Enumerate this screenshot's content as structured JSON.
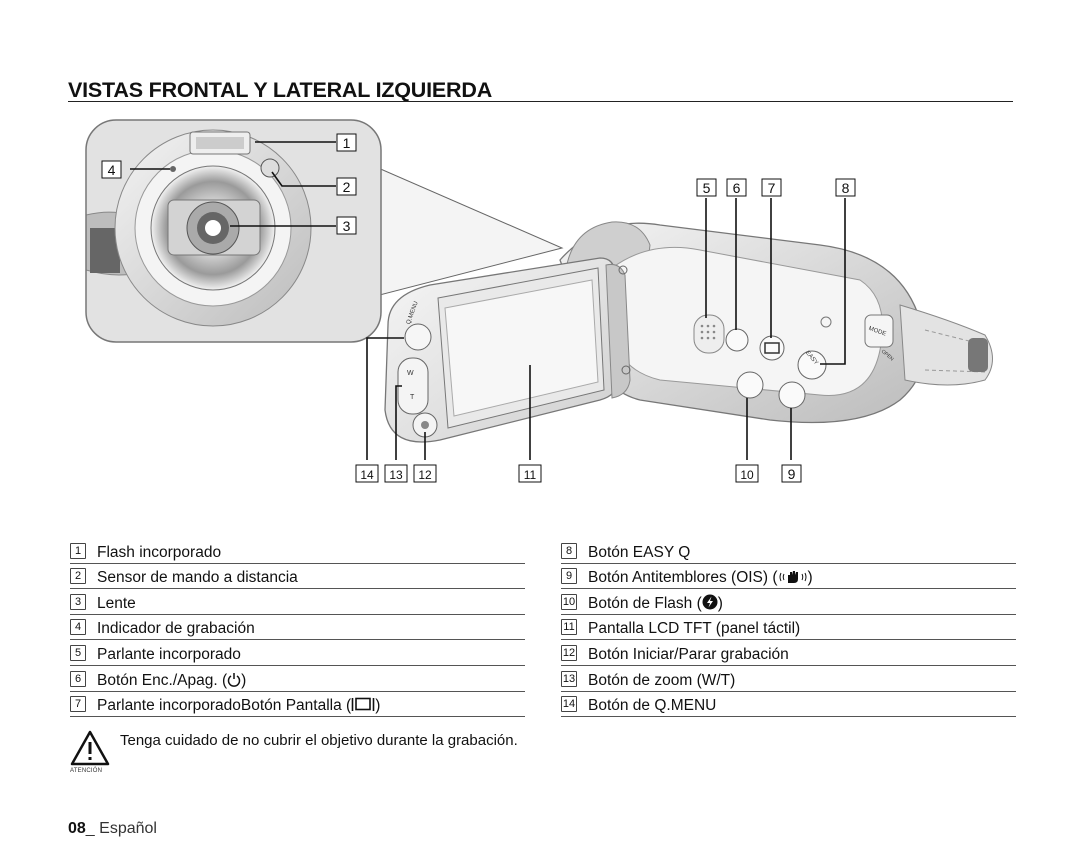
{
  "page": {
    "title": "VISTAS FRONTAL Y LATERAL IZQUIERDA",
    "page_number": "08",
    "language": "Español"
  },
  "callouts": {
    "n1": "1",
    "n2": "2",
    "n3": "3",
    "n4": "4",
    "n5": "5",
    "n6": "6",
    "n7": "7",
    "n8": "8",
    "n9": "9",
    "n10": "10",
    "n11": "11",
    "n12": "12",
    "n13": "13",
    "n14": "14"
  },
  "camera_labels": {
    "menu": "Q.MENU",
    "zoom_w": "W",
    "zoom_t": "T",
    "easy": "EASY",
    "mode": "MODE",
    "open": "OPEN"
  },
  "legend_left": [
    {
      "num": "1",
      "label": "Flash incorporado"
    },
    {
      "num": "2",
      "label": "Sensor de mando a distancia"
    },
    {
      "num": "3",
      "label": "Lente"
    },
    {
      "num": "4",
      "label": "Indicador de grabación"
    },
    {
      "num": "5",
      "label": "Parlante incorporado"
    },
    {
      "num": "6",
      "label": "Botón Enc./Apag. (",
      "icon": "power-icon",
      "suffix": ")"
    },
    {
      "num": "7",
      "label": "Parlante incorporadoBotón Pantalla (",
      "icon": "display-icon",
      "suffix": ")"
    }
  ],
  "legend_right": [
    {
      "num": "8",
      "label": "Botón EASY Q"
    },
    {
      "num": "9",
      "label": "Botón Antitemblores (OIS) (",
      "icon": "hand-shake-icon",
      "suffix": ")"
    },
    {
      "num": "10",
      "label": "Botón de Flash (",
      "icon": "flash-icon",
      "suffix": ")"
    },
    {
      "num": "11",
      "label": "Pantalla LCD TFT (panel táctil)"
    },
    {
      "num": "12",
      "label": "Botón Iniciar/Parar grabación"
    },
    {
      "num": "13",
      "label": "Botón de zoom (W/T)"
    },
    {
      "num": "14",
      "label": "Botón de Q.MENU"
    }
  ],
  "warning": {
    "text": "Tenga cuidado de no cubrir el objetivo durante la grabación.",
    "caption": "ATENCIÓN",
    "icon": "warning-triangle-icon"
  }
}
